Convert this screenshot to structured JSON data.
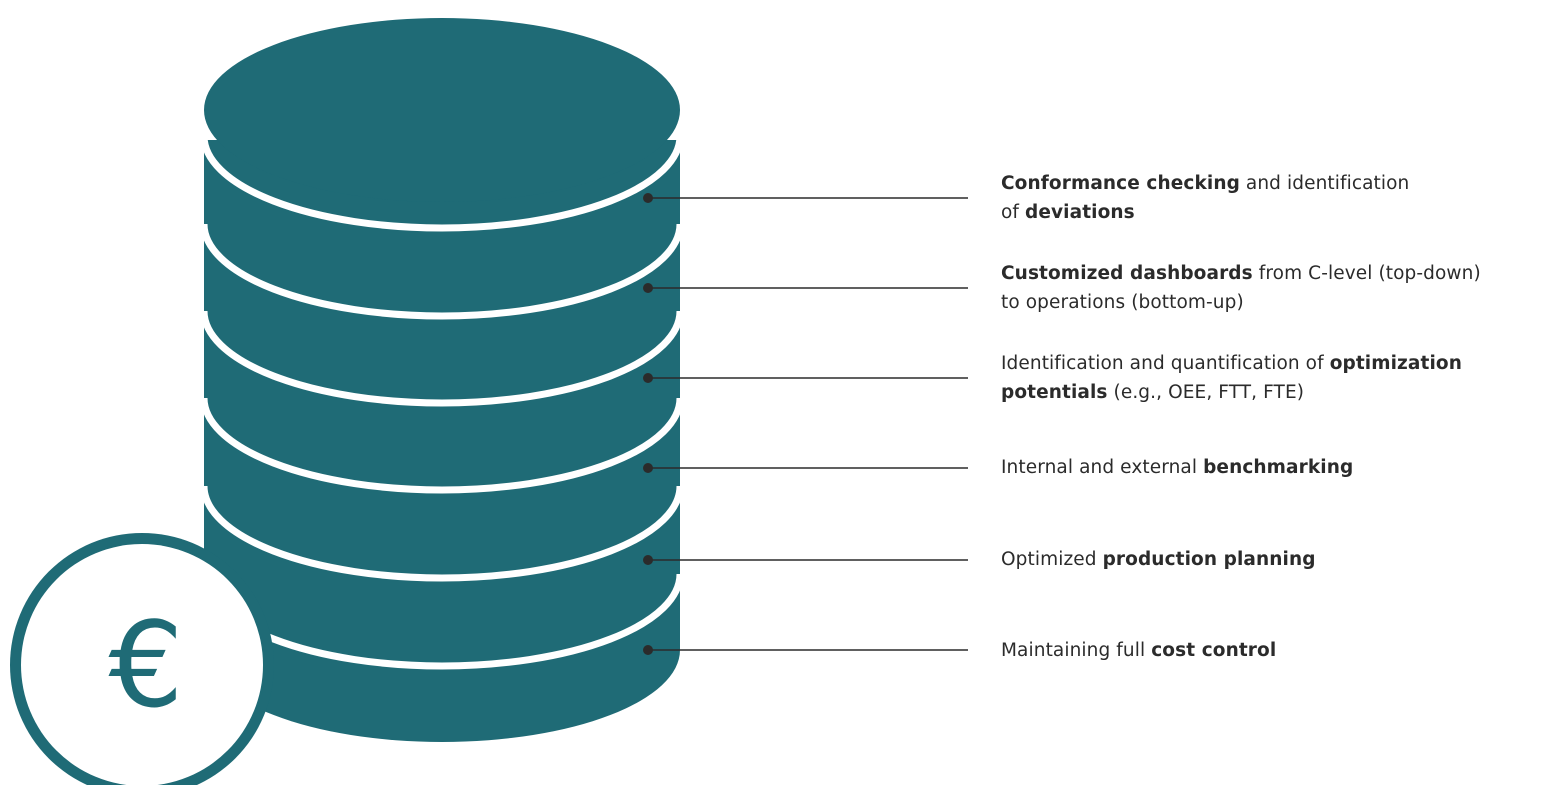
{
  "colors": {
    "teal": "#1f6b76",
    "line": "#2b2b2b",
    "background": "#ffffff"
  },
  "currency_symbol": "€",
  "icons": [
    "database-stack-icon",
    "euro-coin-icon"
  ],
  "items": [
    {
      "line1": [
        {
          "text": "Conformance checking",
          "bold": true
        },
        {
          "text": " and identification",
          "bold": false
        }
      ],
      "line2": [
        {
          "text": "of ",
          "bold": false
        },
        {
          "text": "deviations",
          "bold": true
        }
      ]
    },
    {
      "line1": [
        {
          "text": "Customized dashboards",
          "bold": true
        },
        {
          "text": " from C-level (top-down)",
          "bold": false
        }
      ],
      "line2": [
        {
          "text": "to operations (bottom-up)",
          "bold": false
        }
      ]
    },
    {
      "line1": [
        {
          "text": "Identification and quantification of ",
          "bold": false
        },
        {
          "text": "optimization",
          "bold": true
        }
      ],
      "line2": [
        {
          "text": "potentials",
          "bold": true
        },
        {
          "text": " (e.g., OEE, FTT, FTE)",
          "bold": false
        }
      ]
    },
    {
      "line1": [
        {
          "text": "Internal and external ",
          "bold": false
        },
        {
          "text": "benchmarking",
          "bold": true
        }
      ]
    },
    {
      "line1": [
        {
          "text": "Optimized ",
          "bold": false
        },
        {
          "text": "production planning",
          "bold": true
        }
      ]
    },
    {
      "line1": [
        {
          "text": "Maintaining full ",
          "bold": false
        },
        {
          "text": "cost control",
          "bold": true
        }
      ]
    }
  ]
}
